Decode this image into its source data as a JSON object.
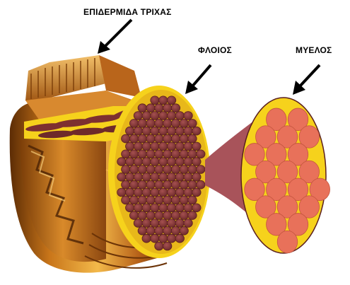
{
  "labels": {
    "cuticle": "ΕΠΙΔΕΡΜΙΔΑ ΤΡΙΧΑΣ",
    "cortex": "ΦΛΟΙΟΣ",
    "medulla": "ΜΥΕΛΟΣ"
  },
  "colors": {
    "background": "#ffffff",
    "cuticle_dark": "#7a3d08",
    "cuticle_mid": "#c9761a",
    "cuticle_light": "#f3b94a",
    "fiber_fill": "#8a3a3a",
    "fiber_edge": "#5a1f1f",
    "binder_yellow": "#f6d21c",
    "medulla_cell": "#e8715a",
    "connector": "#a8535a",
    "text": "#000000"
  },
  "icons": [
    "arrow-icon"
  ]
}
